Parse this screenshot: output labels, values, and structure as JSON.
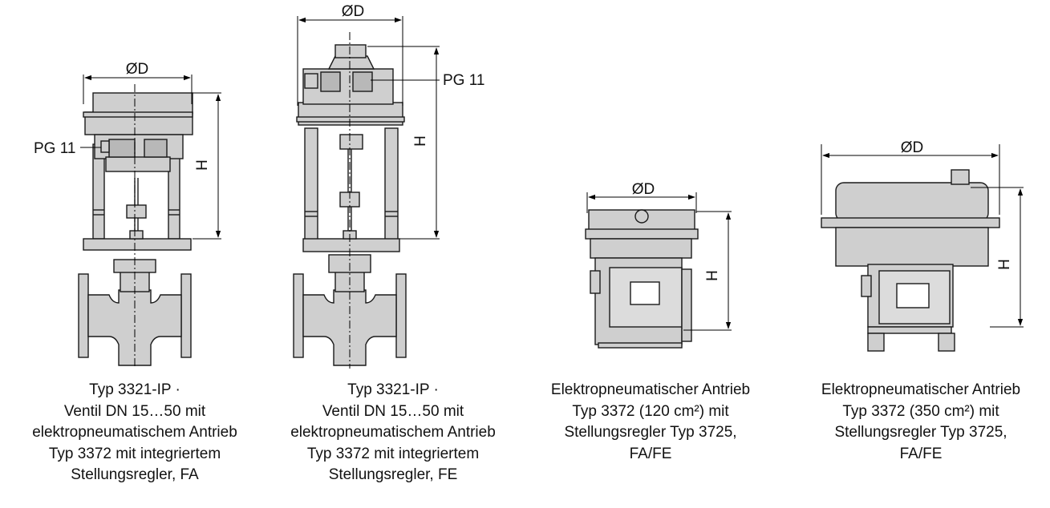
{
  "labels": {
    "diameter": "ØD",
    "height": "H",
    "pg": "PG 11"
  },
  "figures": [
    {
      "caption": [
        "Typ 3321-IP ·",
        "Ventil DN 15…50 mit",
        "elektropneumatischem Antrieb",
        "Typ 3372 mit integriertem",
        "Stellungsregler, FA"
      ]
    },
    {
      "caption": [
        "Typ 3321-IP ·",
        "Ventil DN 15…50 mit",
        "elektropneumatischem Antrieb",
        "Typ 3372 mit integriertem",
        "Stellungsregler, FE"
      ]
    },
    {
      "caption": [
        "Elektropneumatischer Antrieb",
        "Typ 3372 (120 cm²) mit",
        "Stellungsregler Typ 3725,",
        "FA/FE"
      ]
    },
    {
      "caption": [
        "Elektropneumatischer Antrieb",
        "Typ 3372 (350 cm²) mit",
        "Stellungsregler Typ 3725,",
        "FA/FE"
      ]
    }
  ],
  "colors": {
    "body_fill": "#cfcfcf",
    "stroke": "#1a1a1a",
    "dim_line": "#000000"
  }
}
